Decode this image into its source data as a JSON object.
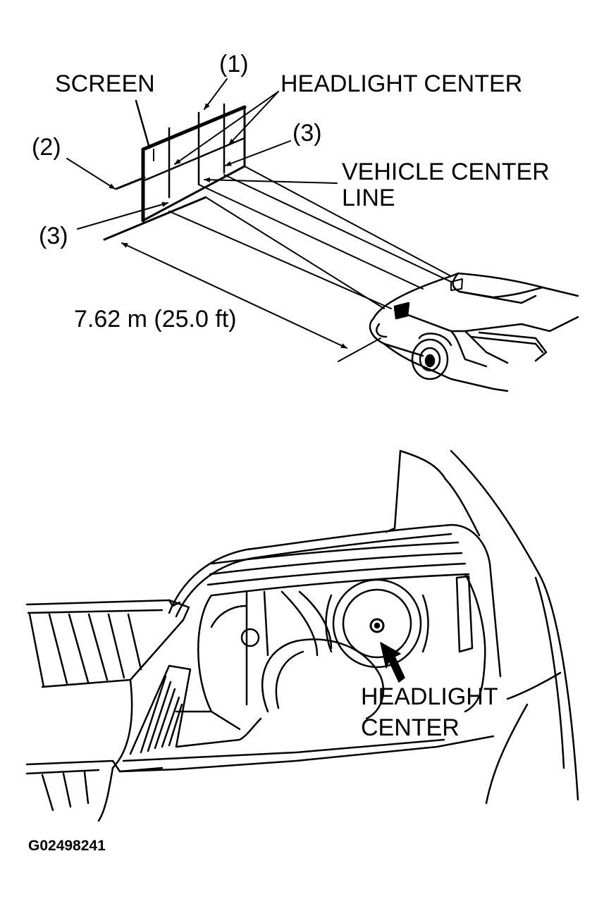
{
  "top_diagram": {
    "labels": {
      "callout_1": "(1)",
      "screen": "SCREEN",
      "headlight_center": "HEADLIGHT CENTER",
      "callout_2": "(2)",
      "callout_3_right": "(3)",
      "vehicle_center_line_1": "VEHICLE CENTER",
      "vehicle_center_line_2": "LINE",
      "callout_3_left": "(3)",
      "distance": "7.62 m (25.0 ft)"
    }
  },
  "bottom_diagram": {
    "labels": {
      "headlight_center_1": "HEADLIGHT",
      "headlight_center_2": "CENTER"
    }
  },
  "figure_code": "G02498241"
}
